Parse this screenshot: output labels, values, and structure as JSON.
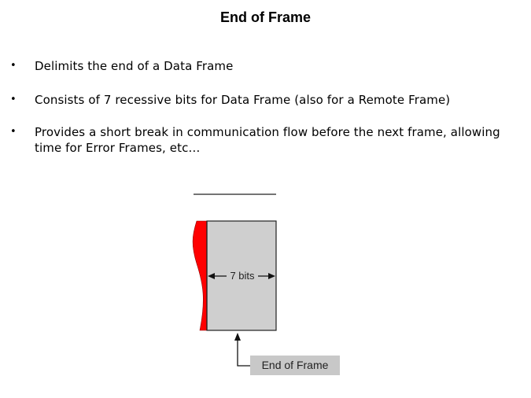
{
  "slide": {
    "title": "End of Frame",
    "bullets": [
      {
        "marker": "•",
        "text": "Delimits the end of a Data Frame"
      },
      {
        "marker": "•",
        "text": "Consists of 7 recessive bits for Data Frame (also for a Remote Frame)"
      },
      {
        "marker": "•",
        "text": "Provides a short break in communication flow before the next frame, allowing time for Error Frames, etc…"
      }
    ],
    "diagram": {
      "bits_label": "7 bits",
      "callout_label": "End of Frame",
      "colors": {
        "frame_fill": "#cfcfcf",
        "prev_field": "#ff0000",
        "callout_bg": "#c8c8c8"
      }
    }
  }
}
